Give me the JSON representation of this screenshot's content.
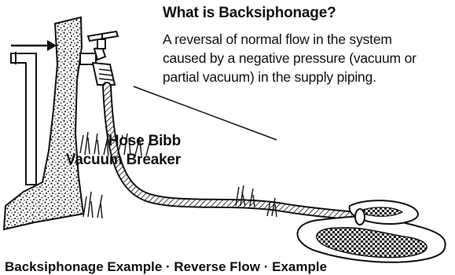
{
  "title": "What is Backsiphonage?",
  "description": {
    "line1": "A reversal of normal flow in the system",
    "line2": "caused by a negative pressure (vacuum or",
    "line3": "partial vacuum) in the supply piping."
  },
  "callout": {
    "line1": "Hose Bibb",
    "line2": "Vacuum Breaker"
  },
  "cutoff_text": "Backsiphonage  Example  ·  Reverse  Flow  ·  Example"
}
